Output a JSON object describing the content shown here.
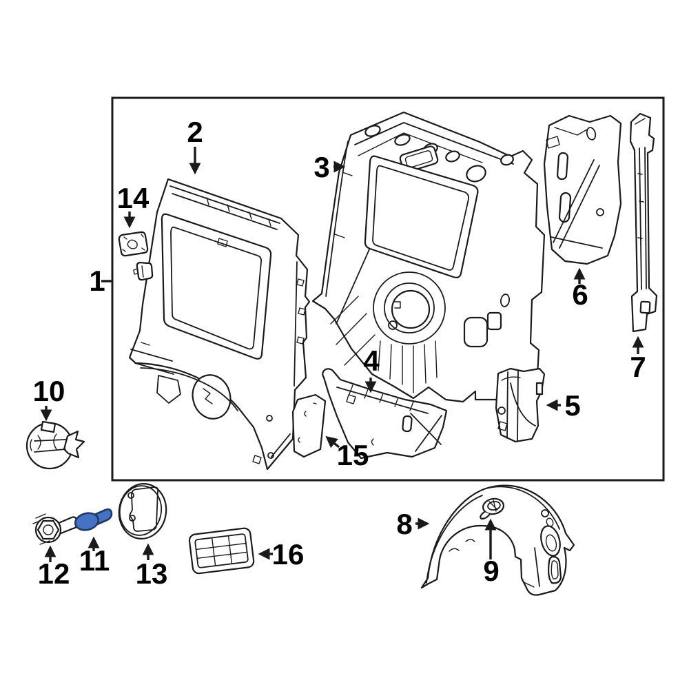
{
  "colors": {
    "background": "#ffffff",
    "line": "#1a1a1a",
    "label": "#000000",
    "highlight-fill": "#4472c4",
    "highlight-stroke": "#1f3864"
  },
  "diagram": {
    "type": "exploded parts diagram",
    "highlighted_callout": "11",
    "callouts": [
      {
        "num": "1"
      },
      {
        "num": "2"
      },
      {
        "num": "3"
      },
      {
        "num": "4"
      },
      {
        "num": "5"
      },
      {
        "num": "6"
      },
      {
        "num": "7"
      },
      {
        "num": "8"
      },
      {
        "num": "9"
      },
      {
        "num": "10"
      },
      {
        "num": "11"
      },
      {
        "num": "12"
      },
      {
        "num": "13"
      },
      {
        "num": "14"
      },
      {
        "num": "15"
      },
      {
        "num": "16"
      }
    ]
  }
}
